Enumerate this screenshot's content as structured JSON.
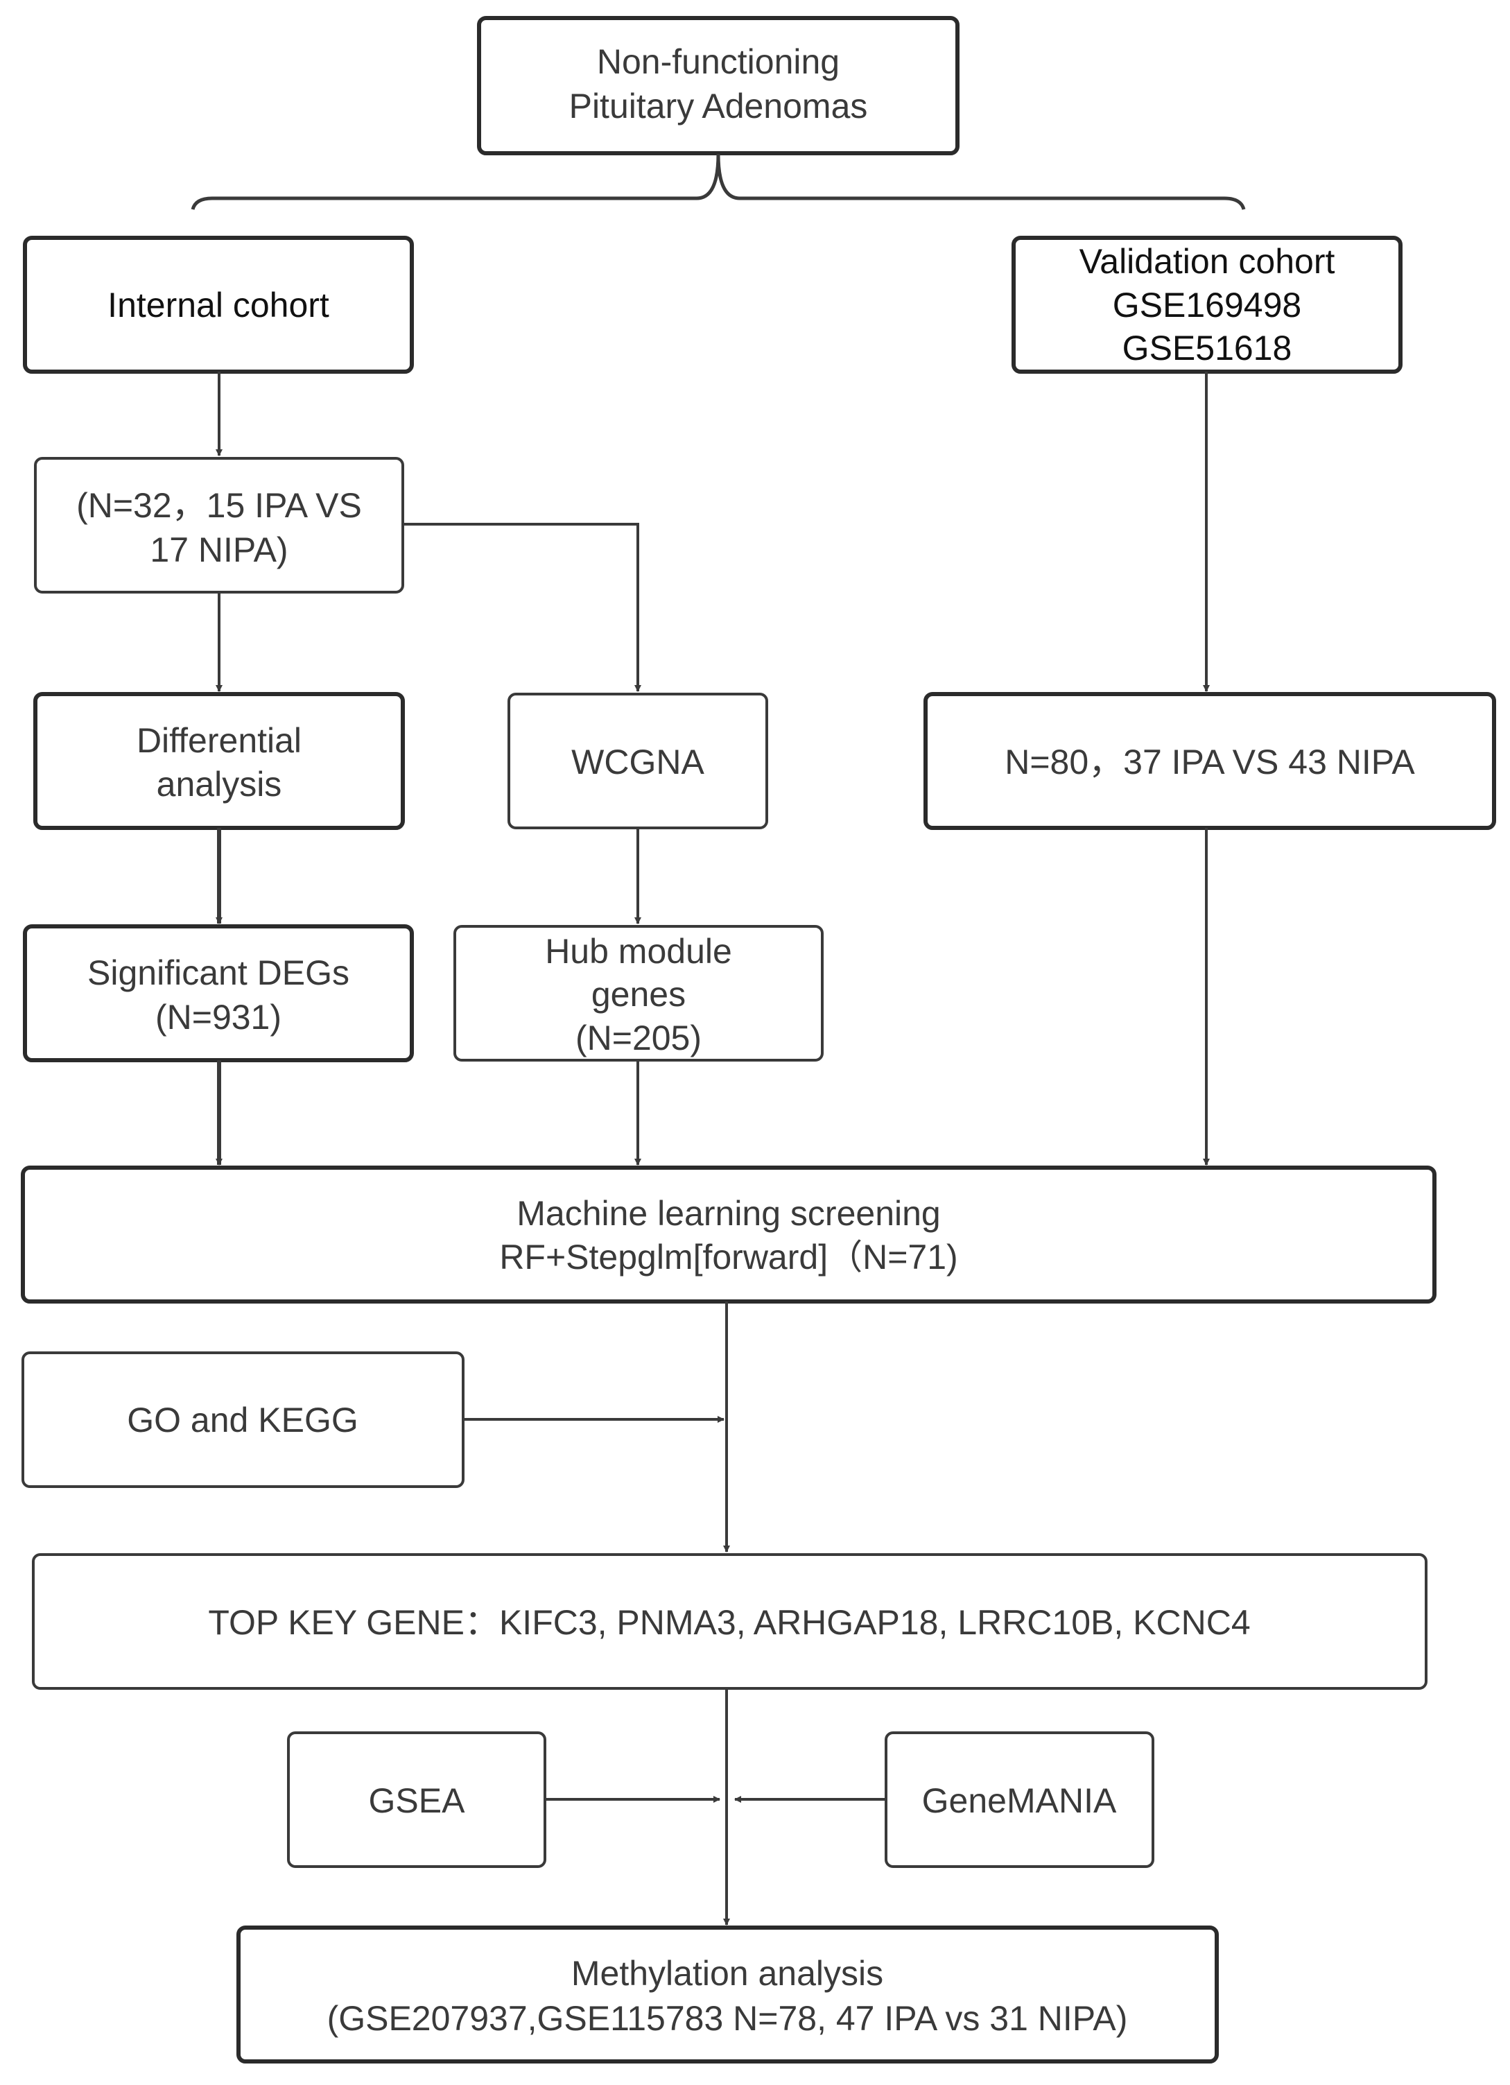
{
  "nodes": {
    "root": {
      "line1": "Non-functioning",
      "line2": "Pituitary Adenomas"
    },
    "internal_cohort": {
      "label": "Internal cohort"
    },
    "validation_cohort": {
      "line1": "Validation cohort",
      "line2": "GSE169498",
      "line3": "GSE51618"
    },
    "internal_samples": {
      "line1": "(N=32，15 IPA VS",
      "line2": "17 NIPA)"
    },
    "differential_analysis": {
      "line1": "Differential",
      "line2": "analysis"
    },
    "wcgna": {
      "label": "WCGNA"
    },
    "validation_samples": {
      "label": "N=80，37 IPA VS 43 NIPA"
    },
    "significant_degs": {
      "line1": "Significant DEGs",
      "line2": "(N=931)"
    },
    "hub_module_genes": {
      "line1": "Hub module",
      "line2": "genes",
      "line3": "(N=205)"
    },
    "machine_learning": {
      "line1": "Machine learning screening",
      "line2": "RF+Stepglm[forward]（N=71)"
    },
    "go_kegg": {
      "label": "GO and KEGG"
    },
    "top_key_gene": {
      "label": "TOP KEY GENE：KIFC3, PNMA3, ARHGAP18, LRRC10B, KCNC4"
    },
    "gsea": {
      "label": "GSEA"
    },
    "genemania": {
      "label": "GeneMANIA"
    },
    "methylation": {
      "line1": "Methylation analysis",
      "line2": "(GSE207937,GSE115783 N=78, 47 IPA vs 31 NIPA)"
    }
  },
  "colors": {
    "stroke": "#3a3a3a",
    "text": "#3a3a3a",
    "background": "#ffffff"
  }
}
